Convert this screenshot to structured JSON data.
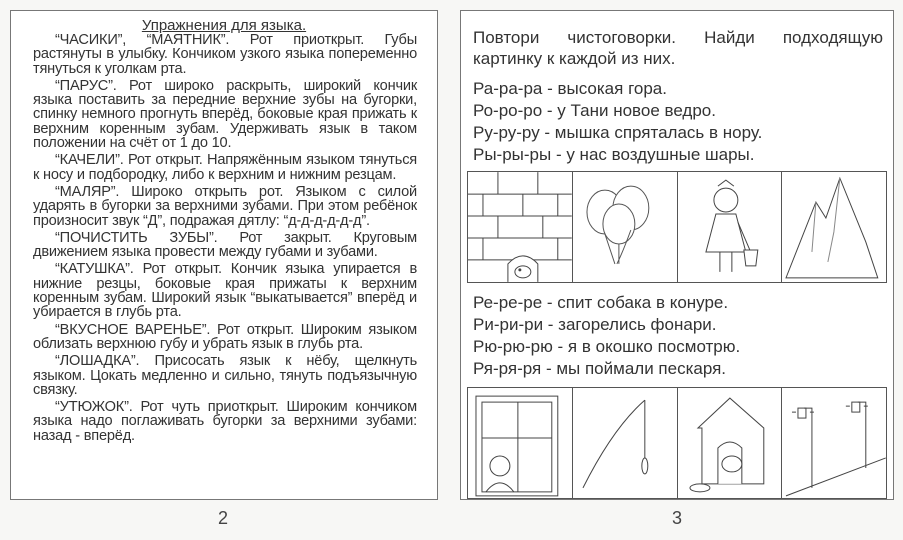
{
  "left_page": {
    "title": "Упражнения для языка.",
    "paragraphs": [
      "“ЧАСИКИ”, “МАЯТНИК”. Рот приоткрыт. Губы растянуты в улыбку. Кончиком узкого языка попеременно тянуться к уголкам рта.",
      "“ПАРУС”. Рот широко раскрыть, широкий кончик языка поставить за передние верхние зубы на бугорки, спинку немного прогнуть вперёд, боковые края прижать к верхним коренным зубам. Удерживать язык в таком положении на счёт от 1 до 10.",
      "“КАЧЕЛИ”. Рот открыт. Напряжённым языком тянуться к носу и подбородку, либо к верхним и нижним резцам.",
      "“МАЛЯР”. Широко открыть рот. Языком с силой ударять в бугорки за верхними зубами. При этом ребёнок произносит звук “Д”, подражая дятлу: “д-д-д-д-д-д”.",
      "“ПОЧИСТИТЬ ЗУБЫ”. Рот закрыт. Круговым движением языка провести между губами и зубами.",
      "“КАТУШКА”. Рот открыт. Кончик языка упирается в нижние резцы, боковые края прижаты к верхним коренным зубам. Широкий язык “выкатывается” вперёд и убирается в глубь рта.",
      "“ВКУСНОЕ ВАРЕНЬЕ”. Рот открыт. Широким языком облизать верхнюю губу и убрать язык в глубь рта.",
      "“ЛОШАДКА”. Присосать язык к нёбу, щелкнуть языком. Цокать медленно и сильно, тянуть подъязычную связку.",
      "“УТЮЖОК”. Рот чуть приоткрыт. Широким кончиком языка надо поглаживать бугорки за верхними зубами: назад - вперёд."
    ],
    "page_number": "2"
  },
  "right_page": {
    "intro": "Повтори чистоговорки. Найди подходящую картинку к каждой из них.",
    "group1": [
      "Ра-ра-ра - высокая гора.",
      "Ро-ро-ро - у Тани новое ведро.",
      "Ру-ру-ру - мышка спряталась в нору.",
      "Ры-ры-ры - у нас воздушные шары."
    ],
    "group2": [
      "Ре-ре-ре - спит собака в конуре.",
      "Ри-ри-ри - загорелись фонари.",
      "Рю-рю-рю - я в окошко посмотрю.",
      "Ря-ря-ря - мы поймали пескаря."
    ],
    "pictures1": [
      "mouse-hole-wall",
      "balloons",
      "girl-with-bucket",
      "mountains"
    ],
    "pictures2": [
      "boy-in-window",
      "fishing-rod",
      "dog-in-kennel",
      "street-lamps"
    ],
    "page_number": "3"
  }
}
